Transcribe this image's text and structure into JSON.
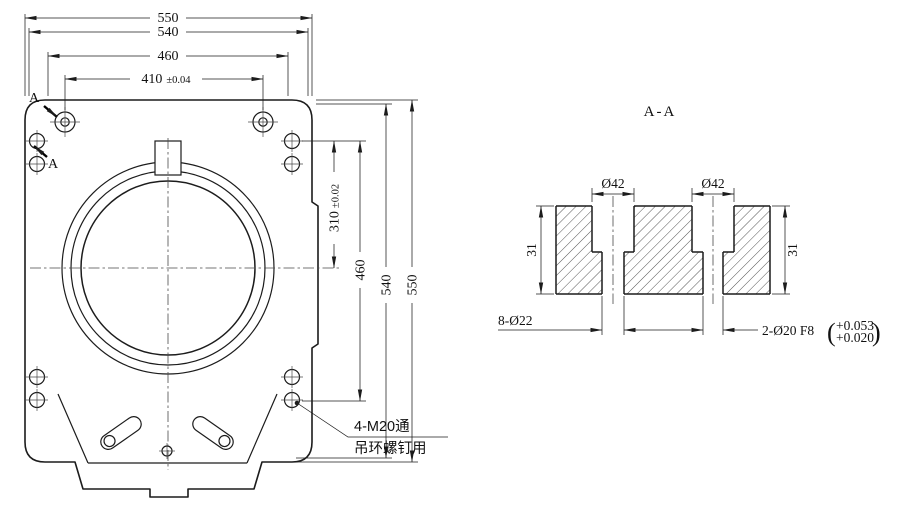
{
  "drawing": {
    "background": "#ffffff",
    "line_color": "#1c1c1c"
  },
  "front_view": {
    "dim_width_overall": "550",
    "dim_width_inner": "540",
    "dim_width_holes_outer": "460",
    "dim_width_bolt_span": "410",
    "dim_width_bolt_span_tol": "±0.04",
    "dim_height_pitch": "310",
    "dim_height_pitch_tol": "±0.02",
    "dim_height_holes": "460",
    "dim_height_inner": "540",
    "dim_height_overall": "550",
    "section_mark_top": "A",
    "section_mark_bottom": "A",
    "leader_note_line1": "4-M20通",
    "leader_note_line2": "吊环螺钉用"
  },
  "section_view": {
    "title": "A-A",
    "dim_counterbore_left": "Ø42",
    "dim_counterbore_right": "Ø42",
    "dim_thickness_left": "31",
    "dim_thickness_right": "31",
    "note_through_holes": "8-Ø22",
    "note_fit_holes": "2-Ø20 F8",
    "fit_tol_upper": "+0.053",
    "fit_tol_lower": "+0.020",
    "tol_paren_open": "(",
    "tol_paren_close": ")"
  }
}
